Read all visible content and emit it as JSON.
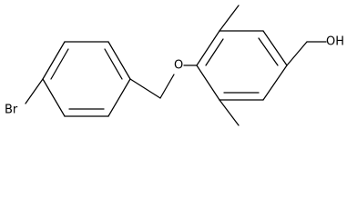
{
  "molecule": {
    "labels": {
      "bromo": "Br",
      "ether_oxygen": "O",
      "hydroxyl": "OH"
    },
    "colors": {
      "bond": "#000000",
      "text": "#000000",
      "background": "#ffffff"
    }
  }
}
